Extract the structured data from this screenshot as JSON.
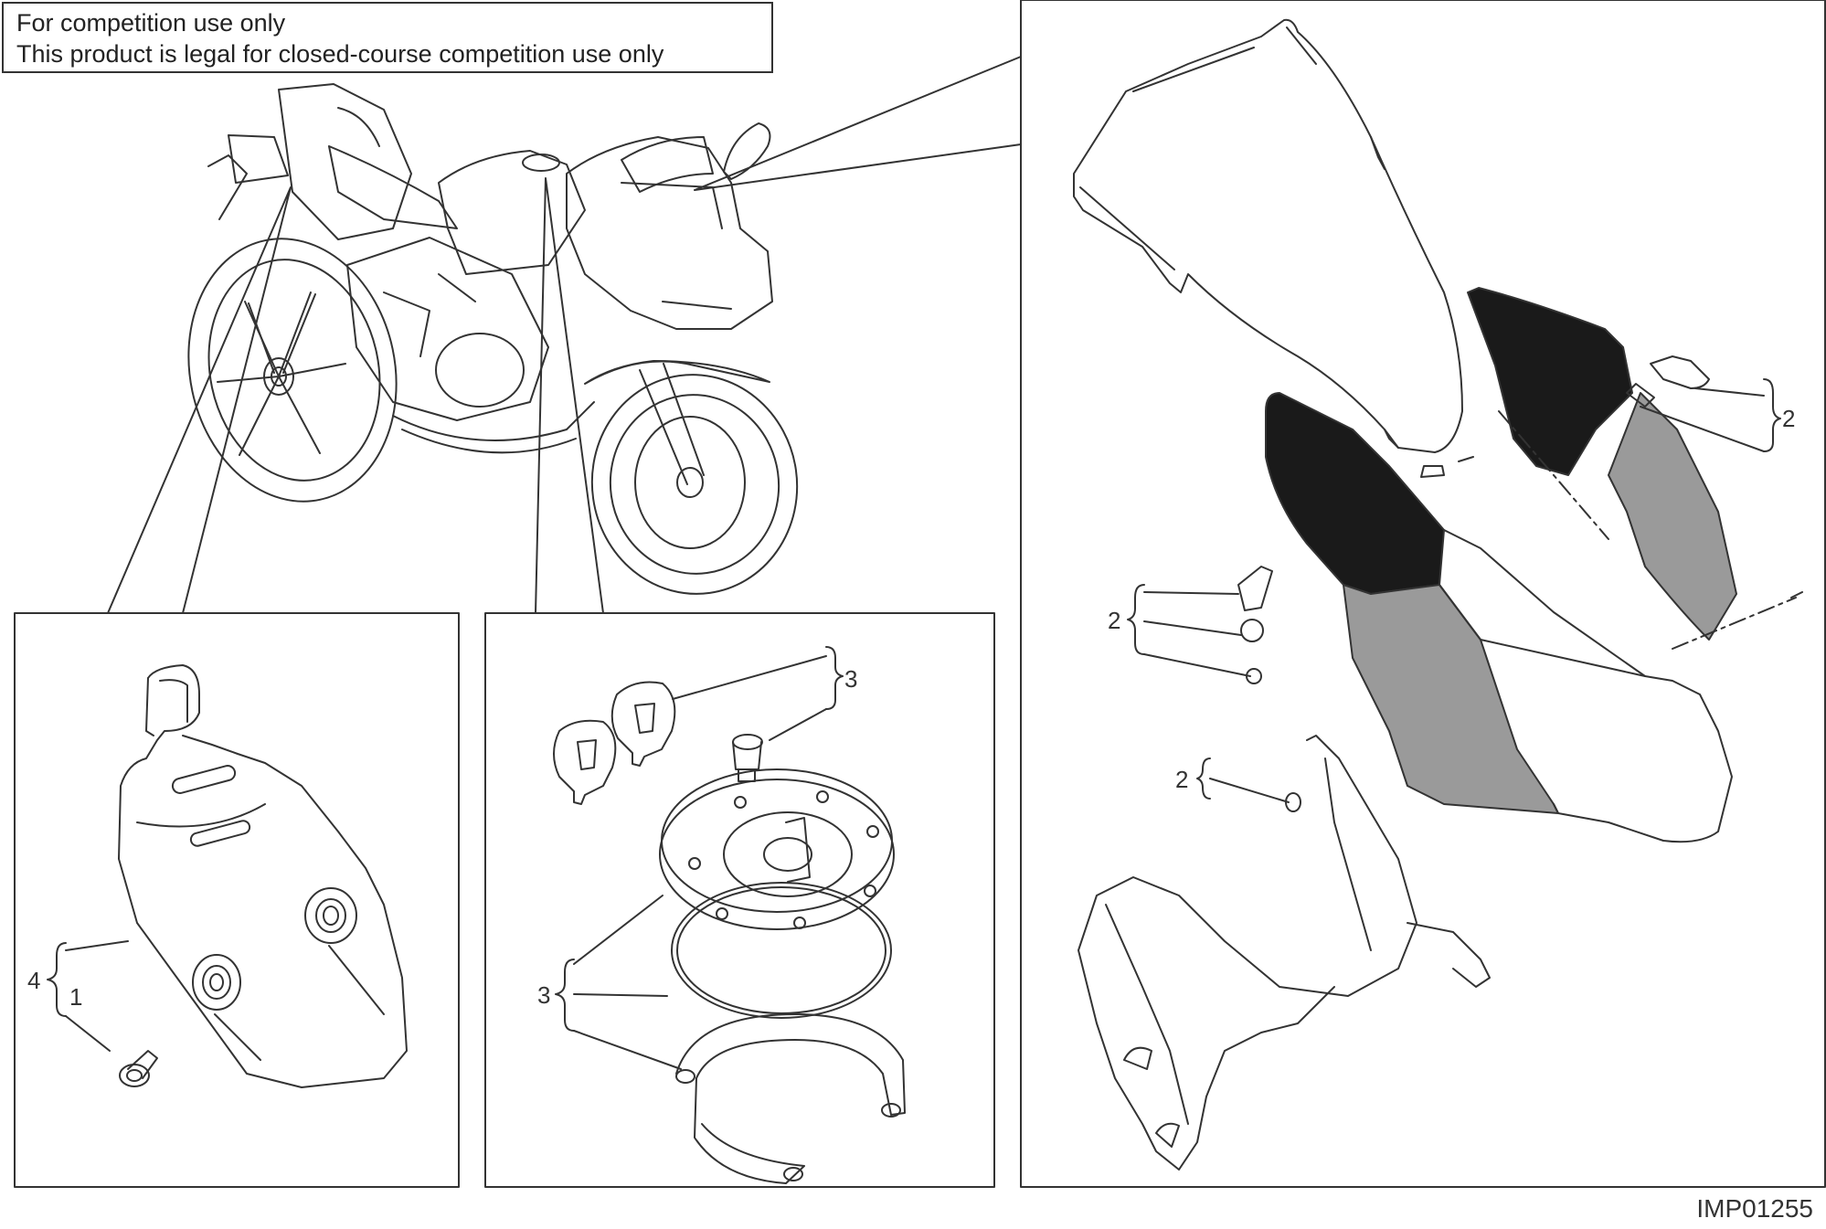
{
  "notice": {
    "line1": "For competition use only",
    "line2": "This product is legal for closed-course competition use only"
  },
  "callouts": {
    "left_panel": {
      "outer": "4",
      "inner": "1"
    },
    "center_panel": {
      "top": "3",
      "bottom": "3"
    },
    "right_panel": {
      "mirror_plate_top": "2",
      "mirror_plate_left": "2",
      "screw": "2"
    }
  },
  "drawing_code": "IMP01255",
  "colors": {
    "line": "#333333",
    "dark_part": "#1a1a1a",
    "grey_part": "#9a9a9a"
  }
}
